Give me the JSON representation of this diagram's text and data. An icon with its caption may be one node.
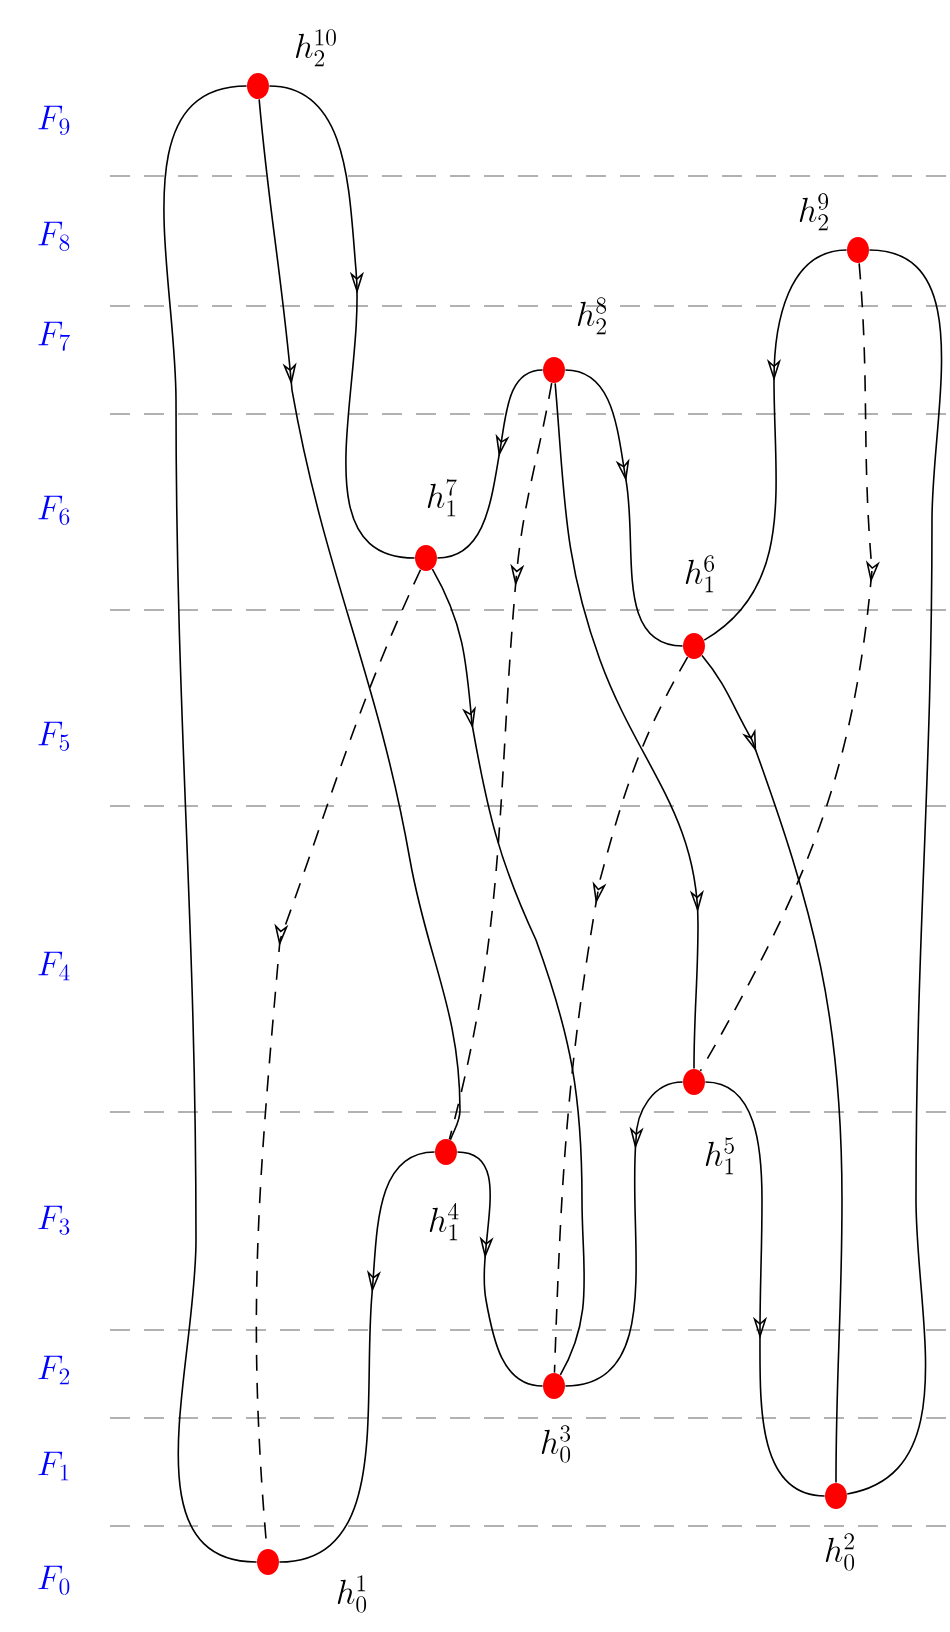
{
  "diagram": {
    "nodes": [
      {
        "text": [
          "h_2^{10}"
        ]
      },
      {
        "text": [
          "h_2^9"
        ]
      },
      {
        "text": [
          "h_2^8"
        ]
      },
      {
        "text": [
          "h_1^7"
        ]
      },
      {
        "text": [
          "h_1^6"
        ]
      },
      {
        "text": [
          "h_1^5"
        ]
      },
      {
        "text": [
          "h_1^4"
        ]
      },
      {
        "text": [
          "h_0^3"
        ]
      },
      {
        "text": [
          "h_0^2"
        ]
      },
      {
        "text": [
          "h_0^1"
        ]
      }
    ],
    "edges": [
      {
        "from": 0,
        "to": 9,
        "arrow": "none"
      },
      {
        "from": 0,
        "to": 6,
        "arrow": "to"
      },
      {
        "from": 0,
        "to": 3,
        "arrow": "to"
      },
      {
        "from": 1,
        "to": 4,
        "arrow": "to"
      },
      {
        "from": 1,
        "to": 8,
        "arrow": "none"
      },
      {
        "from": 1,
        "to": 5,
        "arrow": "to",
        "style": "dashed"
      },
      {
        "from": 2,
        "to": 3,
        "arrow": "to"
      },
      {
        "from": 2,
        "to": 4,
        "arrow": "to"
      },
      {
        "from": 2,
        "to": 5,
        "arrow": "to"
      },
      {
        "from": 2,
        "to": 6,
        "arrow": "to",
        "style": "dashed"
      },
      {
        "from": 3,
        "to": 9,
        "arrow": "to",
        "style": "dashed"
      },
      {
        "from": 3,
        "to": 7,
        "arrow": "to"
      },
      {
        "from": 4,
        "to": 7,
        "arrow": "to",
        "style": "dashed"
      },
      {
        "from": 4,
        "to": 8,
        "arrow": "to"
      },
      {
        "from": 5,
        "to": 7,
        "arrow": "to"
      },
      {
        "from": 5,
        "to": 8,
        "arrow": "to"
      },
      {
        "from": 6,
        "to": 9,
        "arrow": "to"
      },
      {
        "from": 6,
        "to": 7,
        "arrow": "to"
      }
    ],
    "labels": [
      "F_9",
      "F_8",
      "F_7",
      "F_6",
      "F_5",
      "F_4",
      "F_3",
      "F_2",
      "F_1",
      "F_0"
    ]
  }
}
